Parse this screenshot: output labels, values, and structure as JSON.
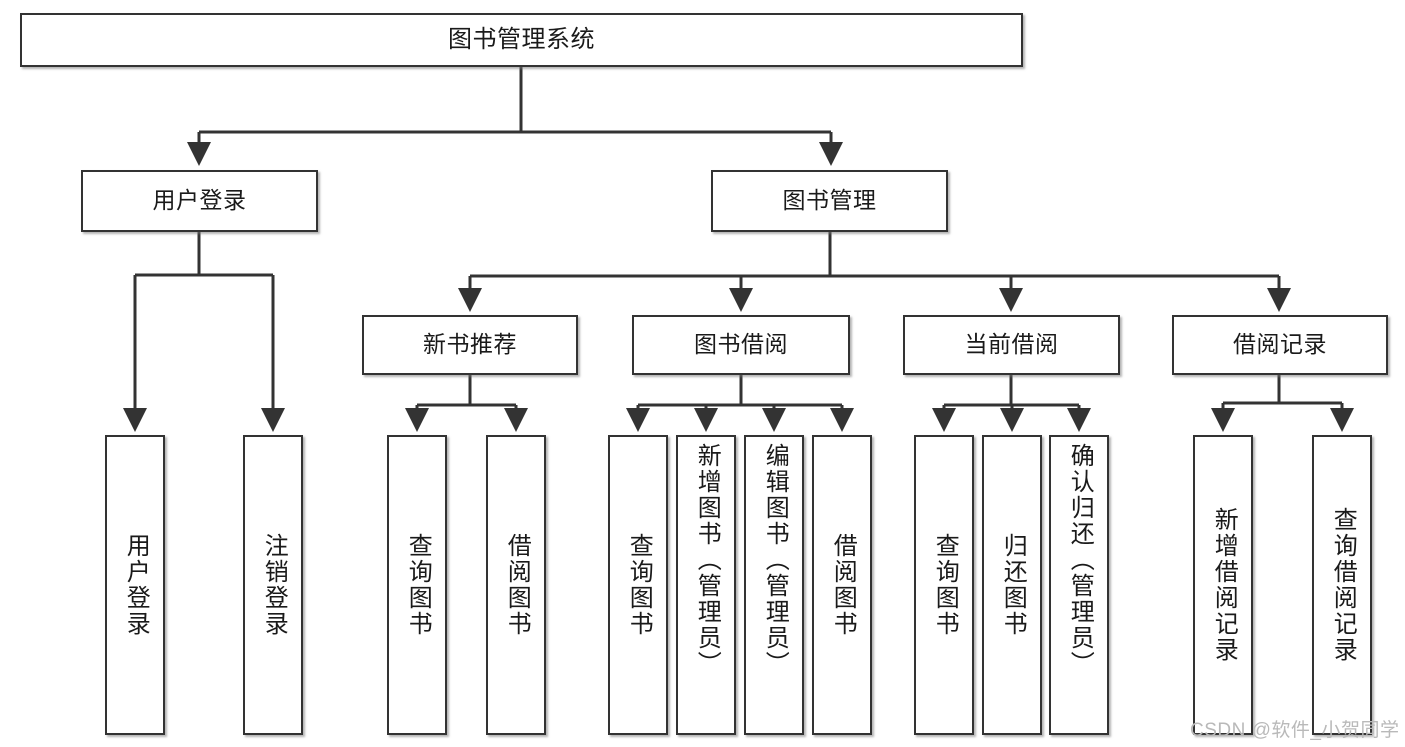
{
  "diagram": {
    "type": "tree-hierarchy-chart",
    "title": "图书管理系统",
    "colors": {
      "box_border": "#333333",
      "box_fill": "#ffffff",
      "edge": "#333333",
      "text": "#1a1a1a",
      "watermark": "#b9b9b9",
      "background": "#ffffff"
    },
    "watermark": "CSDN @软件_小贺同学",
    "nodes": {
      "root": {
        "label": "图书管理系统"
      },
      "level2": [
        {
          "id": "user-login",
          "label": "用户登录"
        },
        {
          "id": "book-manage",
          "label": "图书管理"
        }
      ],
      "level3": [
        {
          "id": "new-book-recommend",
          "label": "新书推荐"
        },
        {
          "id": "book-borrow",
          "label": "图书借阅"
        },
        {
          "id": "current-borrow",
          "label": "当前借阅"
        },
        {
          "id": "borrow-record",
          "label": "借阅记录"
        }
      ],
      "leaves": {
        "user-login": [
          {
            "id": "leaf-user-login",
            "label": "用户登录"
          },
          {
            "id": "leaf-logout-login",
            "label": "注销登录"
          }
        ],
        "new-book-recommend": [
          {
            "id": "leaf-query-book-1",
            "label": "查询图书"
          },
          {
            "id": "leaf-borrow-book-1",
            "label": "借阅图书"
          }
        ],
        "book-borrow": [
          {
            "id": "leaf-query-book-2",
            "label": "查询图书"
          },
          {
            "id": "leaf-add-book",
            "label": "新增图书（管理员）"
          },
          {
            "id": "leaf-edit-book",
            "label": "编辑图书（管理员）"
          },
          {
            "id": "leaf-borrow-book-2",
            "label": "借阅图书"
          }
        ],
        "current-borrow": [
          {
            "id": "leaf-query-book-3",
            "label": "查询图书"
          },
          {
            "id": "leaf-return-book",
            "label": "归还图书"
          },
          {
            "id": "leaf-confirm-return",
            "label": "确认归还（管理员）"
          }
        ],
        "borrow-record": [
          {
            "id": "leaf-add-record",
            "label": "新增借阅记录"
          },
          {
            "id": "leaf-query-record",
            "label": "查询借阅记录"
          }
        ]
      }
    }
  }
}
